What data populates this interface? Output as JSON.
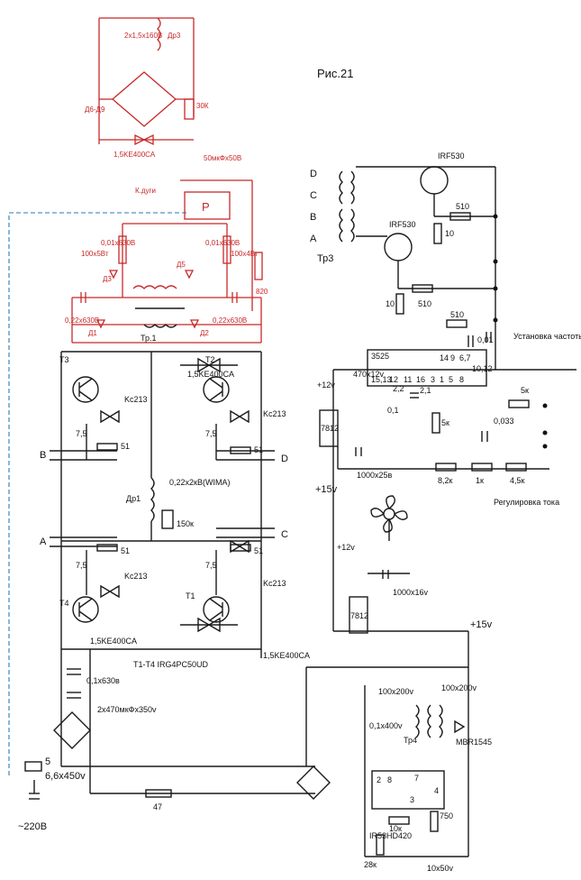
{
  "figure_title": "Рис.21",
  "power_stage": {
    "supply_label": "~220В",
    "fuse_value": "5",
    "cap_input": "6,6х450v",
    "bulk_caps": "2х470мкФх350v",
    "snubber_cap": "0,1х630в",
    "tvs_bottom": "1,5KE400CA",
    "tvs_top": "1,5KE400CA",
    "tvs_t1": "1,5KE400CA",
    "transistors_note": "T1-T4 IRG4PC50UD",
    "t1": "T1",
    "t2": "T2",
    "t3": "T3",
    "t4": "T4",
    "zener": "Kc213",
    "r75": "7,5",
    "r51": "51",
    "choke": "Др1",
    "choke_cap": "0,22х2кВ(WIMA)",
    "choke_cap2": "150к",
    "resistor_47": "47",
    "node_a": "A",
    "node_b": "B",
    "node_c": "C",
    "node_d": "D"
  },
  "red_section": {
    "choke": "Др3",
    "bridge_cap": "2х1,5х160В",
    "bridge_diodes": "Д6-Д9",
    "res_30k": "30К",
    "tvs": "1,5KE400CA",
    "cap_50": "50мкФх50В",
    "relay": "P",
    "relay_label": "К.дуги",
    "res_100x5": "100х5Вт",
    "res_100x4": "100х4Вт",
    "cap_001a": "0,01х630В",
    "cap_001b": "0,01х630В",
    "d3": "Д3",
    "d5": "Д5",
    "d1": "Д1",
    "d2": "Д2",
    "cap_022a": "0,22х630В",
    "cap_022b": "0,22х630В",
    "tr1": "Тр.1",
    "res_820": "820"
  },
  "control": {
    "tr3": "Тр3",
    "tr3_taps": [
      "A",
      "B",
      "C",
      "D"
    ],
    "mosfet1": "IRF530",
    "mosfet2": "IRF530",
    "r510a": "510",
    "r510b": "510",
    "r510c": "510",
    "r10a": "10",
    "r10b": "10",
    "ic": "3525",
    "cap_001": "0,01",
    "cap_22": "2,2",
    "cap_01": "0,1",
    "r5k_a": "5к",
    "r5k_b": "5к",
    "cap_0033": "0,033",
    "cap_470": "470х12v",
    "reg_7812a": "7812",
    "reg_7812b": "7812",
    "plus12a": "+12v",
    "plus12b": "+12v",
    "cap_1000x25": "1000х25в",
    "cap_1000x16": "1000х16v",
    "plus15": "+15v",
    "plus15b": "+15v",
    "r82k": "8,2к",
    "r1k": "1к",
    "r45k": "4,5к",
    "pot_label": "Регулировка тока",
    "freq_label": "Установка частоты резонанса.",
    "pin_labels": [
      "15,13",
      "12",
      "11",
      "16",
      "3",
      "14",
      "9",
      "8",
      "6,7",
      "10,12",
      "2,1",
      "5",
      "1"
    ]
  },
  "aux_supply": {
    "ic": "IR53HD420",
    "tr4": "Тр4",
    "diode": "MBR1545",
    "cap_100x200": "100х200v",
    "cap_100x200b": "100х200v",
    "cap_01x400": "0,1х400v",
    "r10k": "10к",
    "r750": "750",
    "r28k": "28к",
    "cap_10x50": "10х50v",
    "pins": [
      "2",
      "8",
      "3",
      "7",
      "4"
    ]
  }
}
